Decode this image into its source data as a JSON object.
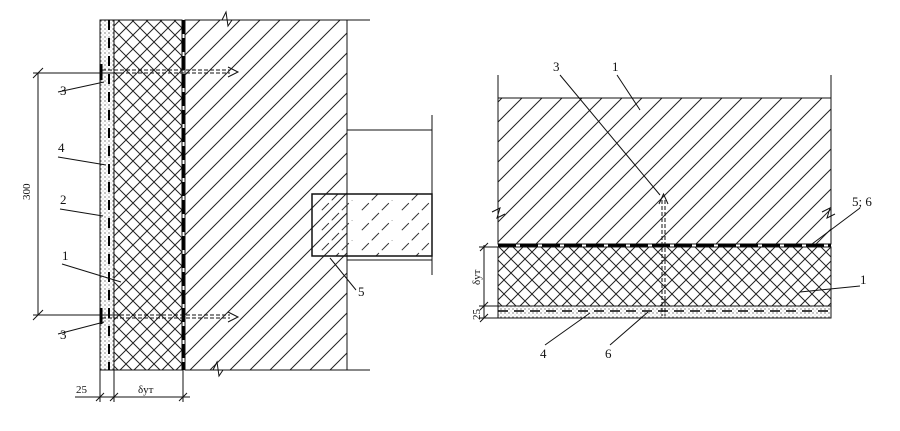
{
  "left_detail": {
    "labels": {
      "anchor_top": "3",
      "mesh": "4",
      "plaster": "2",
      "insulation": "1",
      "anchor_bottom": "3",
      "slab": "5"
    },
    "dims": {
      "anchor_spacing": "300",
      "plaster_thickness": "25",
      "insulation_thickness": "δут"
    }
  },
  "right_detail": {
    "labels": {
      "anchor": "3",
      "slab": "1",
      "waterproofing": "5; 6",
      "insulation": "1",
      "mesh": "4",
      "membrane": "6"
    },
    "dims": {
      "insulation_thickness": "δут",
      "plaster_thickness": "25"
    }
  }
}
